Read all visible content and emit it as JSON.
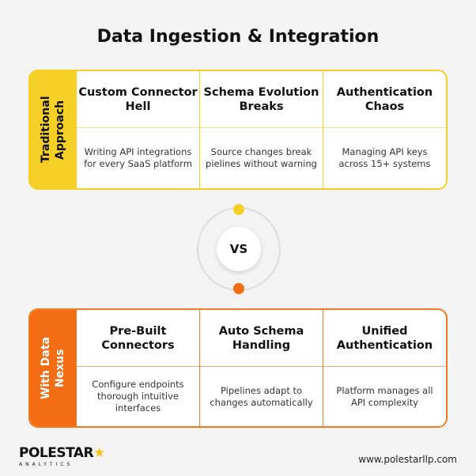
{
  "title": "Data Ingestion & Integration",
  "colors": {
    "yellow": "#f5cf25",
    "orange": "#f26d14"
  },
  "traditional": {
    "label": "Traditional Approach",
    "columns": [
      {
        "heading": "Custom Connector Hell",
        "description": "Writing API integrations for every SaaS platform"
      },
      {
        "heading": "Schema Evolution Breaks",
        "description": "Source changes break pielines without warning"
      },
      {
        "heading": "Authentication Chaos",
        "description": "Managing API keys across 15+ systems"
      }
    ]
  },
  "vs": "VS",
  "nexus": {
    "label": "With Data Nexus",
    "columns": [
      {
        "heading": "Pre-Built Connectors",
        "description": "Configure endpoints thorough intuitive interfaces"
      },
      {
        "heading": "Auto Schema Handling",
        "description": "Pipelines adapt to changes automatically"
      },
      {
        "heading": "Unified Authentication",
        "description": "Platform manages all API complexity"
      }
    ]
  },
  "footer": {
    "logo_text": "POLESTAR",
    "logo_sub": "ANALYTICS",
    "url": "www.polestarllp.com"
  }
}
